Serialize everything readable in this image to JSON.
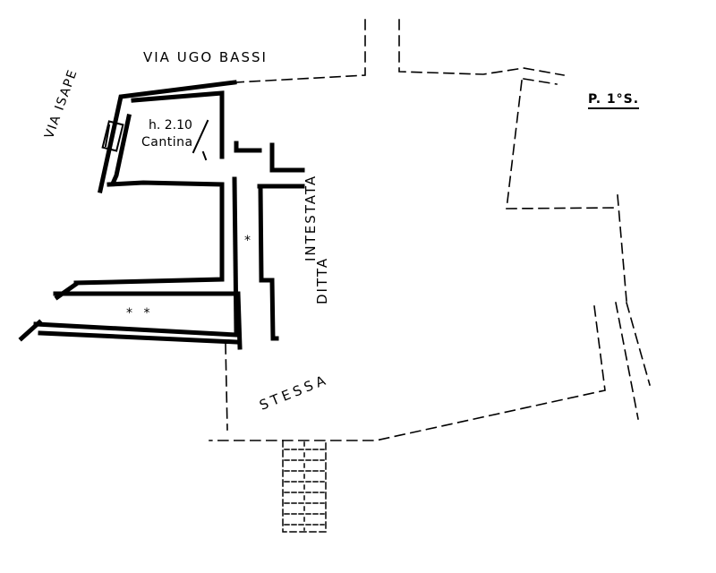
{
  "labels": {
    "street_top": "VIA UGO BASSI",
    "street_left": "VIA ISAPE",
    "floor": "P. 1°S.",
    "room_height": "h. 2.10",
    "room_name": "Cantina",
    "owner_line_1": "INTESTATA",
    "owner_line_2": "DITTA",
    "owner_line_3": "STESSA",
    "marker_single": "*",
    "marker_double": "* *"
  },
  "colors": {
    "ink": "#000000",
    "paper": "#ffffff"
  }
}
